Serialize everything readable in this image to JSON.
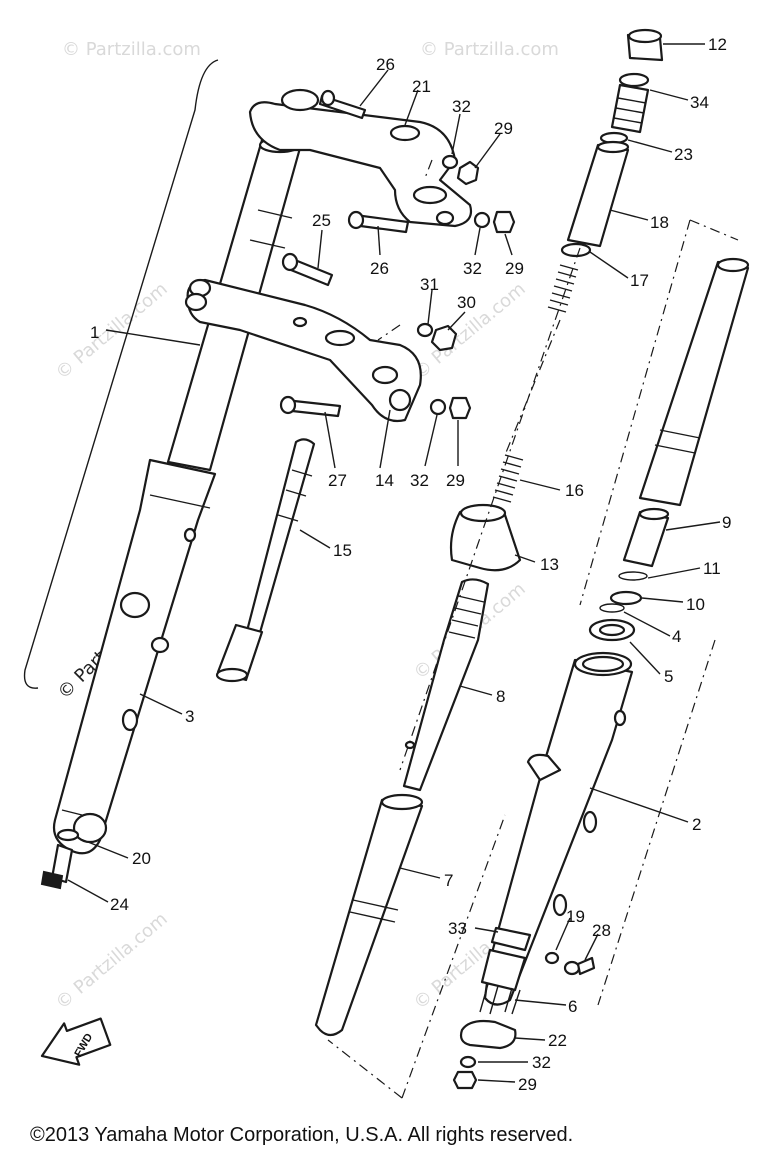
{
  "watermark": "© Partzilla.com",
  "fwd_label": "FWD",
  "copyright": "©2013  Yamaha Motor Corporation, U.S.A. All rights reserved.",
  "callouts": [
    {
      "id": "12",
      "label": "12"
    },
    {
      "id": "34",
      "label": "34"
    },
    {
      "id": "23",
      "label": "23"
    },
    {
      "id": "18",
      "label": "18"
    },
    {
      "id": "17",
      "label": "17"
    },
    {
      "id": "26a",
      "label": "26"
    },
    {
      "id": "21",
      "label": "21"
    },
    {
      "id": "32a",
      "label": "32"
    },
    {
      "id": "29a",
      "label": "29"
    },
    {
      "id": "26b",
      "label": "26"
    },
    {
      "id": "32b",
      "label": "32"
    },
    {
      "id": "29b",
      "label": "29"
    },
    {
      "id": "25",
      "label": "25"
    },
    {
      "id": "31",
      "label": "31"
    },
    {
      "id": "30",
      "label": "30"
    },
    {
      "id": "1",
      "label": "1"
    },
    {
      "id": "27",
      "label": "27"
    },
    {
      "id": "14",
      "label": "14"
    },
    {
      "id": "32c",
      "label": "32"
    },
    {
      "id": "29c",
      "label": "29"
    },
    {
      "id": "16",
      "label": "16"
    },
    {
      "id": "15",
      "label": "15"
    },
    {
      "id": "13",
      "label": "13"
    },
    {
      "id": "9",
      "label": "9"
    },
    {
      "id": "11",
      "label": "11"
    },
    {
      "id": "10",
      "label": "10"
    },
    {
      "id": "4",
      "label": "4"
    },
    {
      "id": "5",
      "label": "5"
    },
    {
      "id": "3",
      "label": "3"
    },
    {
      "id": "8",
      "label": "8"
    },
    {
      "id": "2",
      "label": "2"
    },
    {
      "id": "20",
      "label": "20"
    },
    {
      "id": "24",
      "label": "24"
    },
    {
      "id": "7",
      "label": "7"
    },
    {
      "id": "33",
      "label": "33"
    },
    {
      "id": "19",
      "label": "19"
    },
    {
      "id": "28",
      "label": "28"
    },
    {
      "id": "6",
      "label": "6"
    },
    {
      "id": "22",
      "label": "22"
    },
    {
      "id": "32d",
      "label": "32"
    },
    {
      "id": "29d",
      "label": "29"
    }
  ]
}
